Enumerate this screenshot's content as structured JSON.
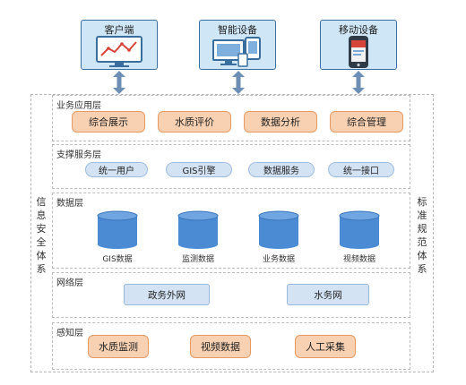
{
  "devices": [
    {
      "title": "客户端",
      "icon": "monitor-chart-icon"
    },
    {
      "title": "智能设备",
      "icon": "smart-devices-icon"
    },
    {
      "title": "移动设备",
      "icon": "mobile-phone-icon"
    }
  ],
  "side_labels": {
    "left": "信息安全体系",
    "right": "标准规范体系"
  },
  "layers": {
    "business": {
      "title": "业务应用层",
      "items": [
        "综合展示",
        "水质评价",
        "数据分析",
        "综合管理"
      ]
    },
    "support": {
      "title": "支撑服务层",
      "items": [
        "统一用户",
        "GIS引擎",
        "数据服务",
        "统一接口"
      ]
    },
    "data": {
      "title": "数据层",
      "items": [
        "GIS数据",
        "监测数据",
        "业务数据",
        "视频数据"
      ]
    },
    "network": {
      "title": "网络层",
      "items": [
        "政务外网",
        "水务网"
      ]
    },
    "sensing": {
      "title": "感知层",
      "items": [
        "水质监测",
        "视频数据",
        "人工采集"
      ]
    }
  },
  "colors": {
    "device_fill": "#cfe6f6",
    "device_border": "#3a6e9f",
    "orange_fill": "#f8d1b2",
    "orange_border": "#e49a61",
    "blue_fill": "#d4e3f4",
    "db_fill": "#4a8bd4",
    "arrow": "#6d8fb5"
  }
}
